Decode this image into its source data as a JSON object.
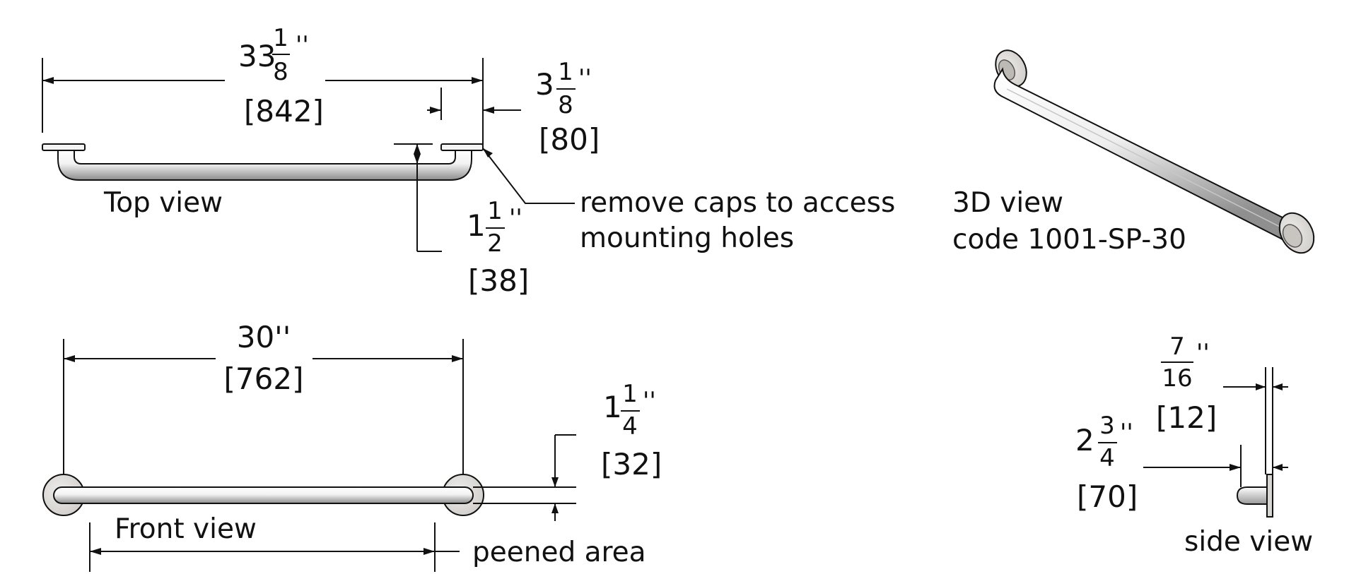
{
  "colors": {
    "line": "#111111",
    "metal_light": "#fbfbfb",
    "metal_dark": "#8c8c8c",
    "flange": "#dcdad6"
  },
  "top_view": {
    "label": "Top view",
    "overall_length": {
      "whole": "33",
      "num": "1",
      "den": "8",
      "unit": "''",
      "mm": "[842]"
    },
    "flange_depth": {
      "whole": "3",
      "num": "1",
      "den": "8",
      "unit": "''",
      "mm": "[80]"
    },
    "projection": {
      "whole": "1",
      "num": "1",
      "den": "2",
      "unit": "''",
      "mm": "[38]"
    },
    "note_line1": "remove caps to access",
    "note_line2": "mounting holes"
  },
  "iso_view": {
    "label": "3D view",
    "code": "code 1001-SP-30"
  },
  "front_view": {
    "label": "Front view",
    "length": {
      "text": "30''",
      "mm": "[762]"
    },
    "diameter": {
      "whole": "1",
      "num": "1",
      "den": "4",
      "unit": "''",
      "mm": "[32]"
    },
    "peened_label": "peened area"
  },
  "side_view": {
    "label": "side view",
    "flange_thickness": {
      "num": "7",
      "den": "16",
      "unit": "''",
      "mm": "[12]"
    },
    "clearance": {
      "whole": "2",
      "num": "3",
      "den": "4",
      "unit": "''",
      "mm": "[70]"
    }
  }
}
